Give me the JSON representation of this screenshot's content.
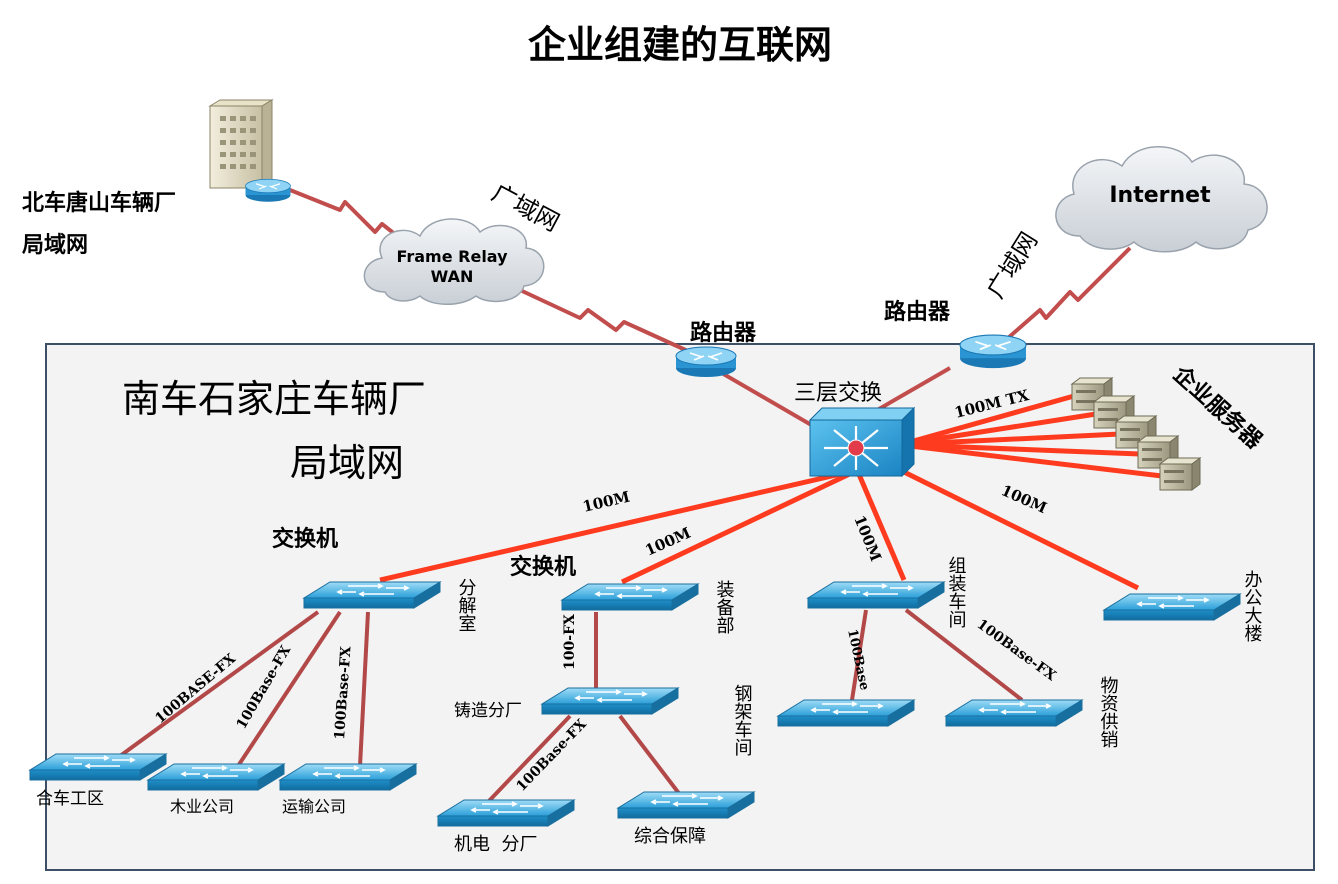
{
  "title": "企业组建的互联网",
  "remote_site": {
    "line1": "北车唐山车辆厂",
    "line2": "局域网"
  },
  "wan_labels": {
    "left": "广域网",
    "right": "广域网"
  },
  "clouds": {
    "frame_relay_line1": "Frame Relay",
    "frame_relay_line2": "WAN",
    "internet": "Internet"
  },
  "routers": {
    "left_label": "路由器",
    "right_label": "路由器"
  },
  "main_site": {
    "line1": "南车石家庄车辆厂",
    "line2": "局域网"
  },
  "core_switch_label": "三层交换",
  "servers_label": "企业服务器",
  "link_labels": {
    "to_servers": "100M  TX",
    "to_fenjie": "100M",
    "to_zhuangbei": "100M",
    "to_zuzhuang": "100M",
    "to_bangong": "100M",
    "fenjie_hechegongqu": "100BASE-FX",
    "fenjie_muye": "100Base-FX",
    "fenjie_yunshu": "100Base-FX",
    "zhuangbei_zhuzao": "100-FX",
    "zhuzao_jidian": "100Base-FX",
    "zuzhuang_left": "100Base",
    "zuzhuang_wuzi": "100Base-FX"
  },
  "switch_captions": {
    "left": "交换机",
    "middle": "交换机"
  },
  "departments": {
    "fenjie": "分解室",
    "zhuangbei": "装备部",
    "zuzhuang": "组装车间",
    "bangong": "办公大楼",
    "zhuzao": "铸造分厂",
    "gangjia": "钢架车间",
    "wuzi": "物资供销",
    "hechegongqu": "合车工区",
    "muye": "木业公司",
    "yunshu": "运输公司",
    "jidian": "机电  分厂",
    "zonghe": "综合保障"
  },
  "colors": {
    "fast_link": "#ff3b1f",
    "fiber_link": "#b24848",
    "wan_link": "#c24d4d",
    "switch_blue": "#2ea6df",
    "lan_bg": "#f3f3f3"
  }
}
